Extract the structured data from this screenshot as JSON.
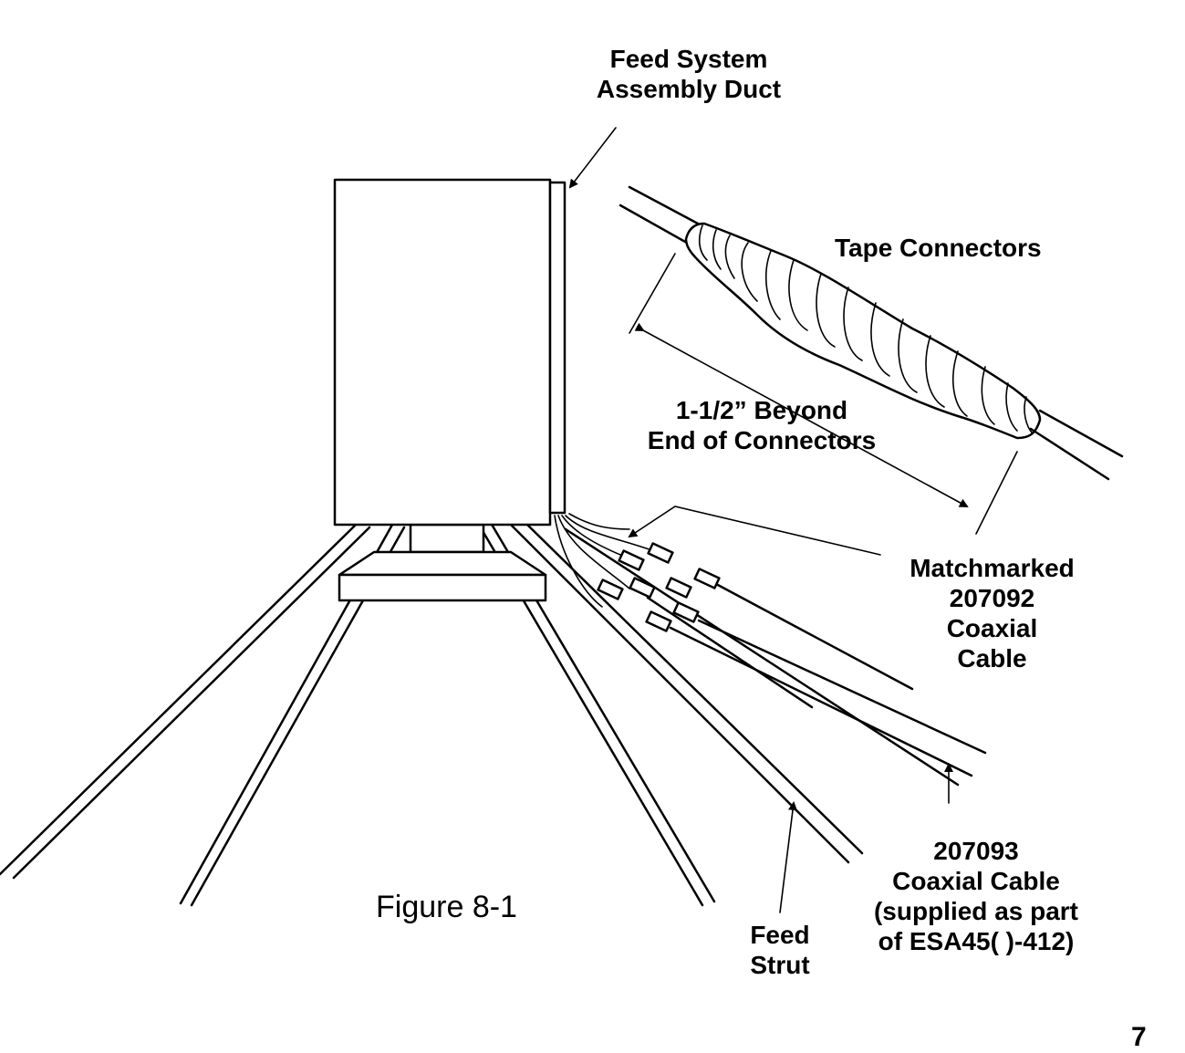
{
  "labels": {
    "feed_system_duct": [
      "Feed System",
      "Assembly Duct"
    ],
    "tape_connectors": "Tape Connectors",
    "beyond_connectors": [
      "1-1/2” Beyond",
      "End of Connectors"
    ],
    "matchmarked_cable": [
      "Matchmarked",
      "207092",
      "Coaxial",
      "Cable"
    ],
    "coax_207093": [
      "207093",
      "Coaxial Cable",
      "(supplied as part",
      "of ESA45( )-412)"
    ],
    "feed_strut": [
      "Feed",
      "Strut"
    ]
  },
  "figure_caption": "Figure 8-1",
  "page_number": "7"
}
